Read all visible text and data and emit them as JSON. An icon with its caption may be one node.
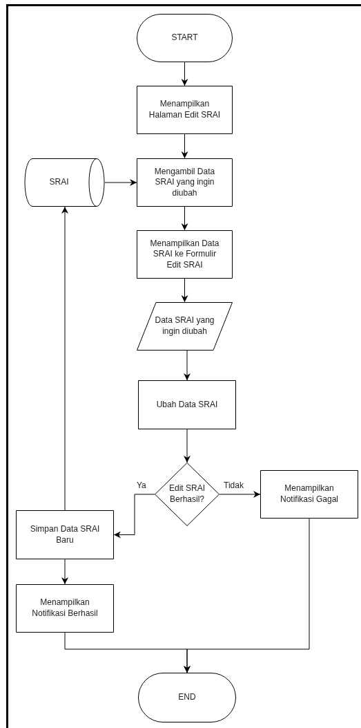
{
  "diagram": {
    "nodes": [
      {
        "text": [
          "START"
        ]
      },
      {
        "text": [
          "Menampilkan Halaman Edit SRAI"
        ]
      },
      {
        "text": [
          "SRAI"
        ]
      },
      {
        "text": [
          "Mengambil Data SRAI yang ingin diubah"
        ]
      },
      {
        "text": [
          "Menampilkan Data SRAI ke Formulir Edit SRAI"
        ]
      },
      {
        "text": [
          "Data SRAI yang ingin diubah"
        ]
      },
      {
        "text": [
          "Ubah Data SRAI"
        ]
      },
      {
        "text": [
          "Edit SRAI Berhasil?"
        ]
      },
      {
        "text": [
          "Menampilkan Notifikasi Gagal"
        ]
      },
      {
        "text": [
          "Simpan Data SRAI Baru"
        ]
      },
      {
        "text": [
          "Menampilkan Notifikasi Berhasil"
        ]
      },
      {
        "text": [
          "END"
        ]
      }
    ],
    "edges": [
      {
        "from": 0,
        "to": 1,
        "arrow": "to"
      },
      {
        "from": 1,
        "to": 3,
        "arrow": "to"
      },
      {
        "from": 2,
        "to": 3,
        "arrow": "to"
      },
      {
        "from": 3,
        "to": 4,
        "arrow": "to"
      },
      {
        "from": 4,
        "to": 5,
        "arrow": "to"
      },
      {
        "from": 5,
        "to": 6,
        "arrow": "to"
      },
      {
        "from": 6,
        "to": 7,
        "arrow": "to"
      },
      {
        "from": 7,
        "to": 9,
        "arrow": "to",
        "label": "Ya"
      },
      {
        "from": 7,
        "to": 8,
        "arrow": "to",
        "label": "Tidak"
      },
      {
        "from": 9,
        "to": 2,
        "arrow": "to"
      },
      {
        "from": 9,
        "to": 10,
        "arrow": "to"
      },
      {
        "from": 10,
        "to": 11,
        "arrow": "to"
      },
      {
        "from": 8,
        "to": 11,
        "arrow": "to"
      }
    ]
  }
}
